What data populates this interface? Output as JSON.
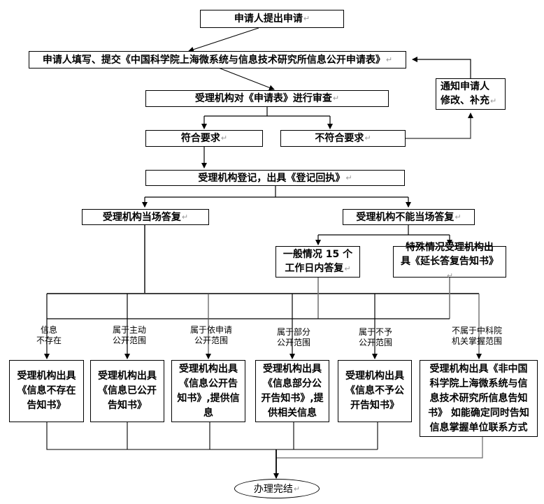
{
  "flowchart": {
    "start": "申请人提出申请",
    "fill_form": "申请人填写、提交《中国科学院上海微系统与信息技术研究所信息公开申请表》",
    "review": "受理机构对《申请表》进行审查",
    "meets": "符合要求",
    "not_meets": "不符合要求",
    "notify_lines": [
      "通知申请人",
      "修改、补充"
    ],
    "register": "受理机构登记，出具《登记回执》",
    "reply_onsite": "受理机构当场答复",
    "reply_not_onsite": "受理机构不能当场答复",
    "general_lines": [
      "一般情况 15 个",
      "工作日内答复"
    ],
    "special_lines": [
      "特殊情况受理机构出",
      "具《延长答复告知书》"
    ],
    "branches": [
      {
        "condition": [
          "信息",
          "不存在"
        ],
        "result": [
          "受理机构出具",
          "《信息不存在",
          "告知书》"
        ]
      },
      {
        "condition": [
          "属于主动",
          "公开范围"
        ],
        "result": [
          "受理机构出具",
          "《信息已公开",
          "告知书》"
        ]
      },
      {
        "condition": [
          "属于依申请",
          "公开范围"
        ],
        "result": [
          "受理机构出具",
          "《信息公开告",
          "知书》,提供信",
          "息"
        ]
      },
      {
        "condition": [
          "属于部分",
          "公开范围"
        ],
        "result": [
          "受理机构出具",
          "《信息部分公",
          "开告知书》,提",
          "供相关信息"
        ]
      },
      {
        "condition": [
          "属于不予",
          "公开范围"
        ],
        "result": [
          "受理机构出具",
          "《信息不予公",
          "开告知书》"
        ]
      },
      {
        "condition": [
          "不属于中科院",
          "机关掌握范围"
        ],
        "result": [
          "受理机构出具《非中国",
          "科学院上海微系统与信",
          "息技术研究所信息告知",
          "书》 如能确定同时告知",
          "信息掌握单位联系方式"
        ]
      }
    ],
    "end": "办理完结",
    "return_mark": "↵"
  }
}
